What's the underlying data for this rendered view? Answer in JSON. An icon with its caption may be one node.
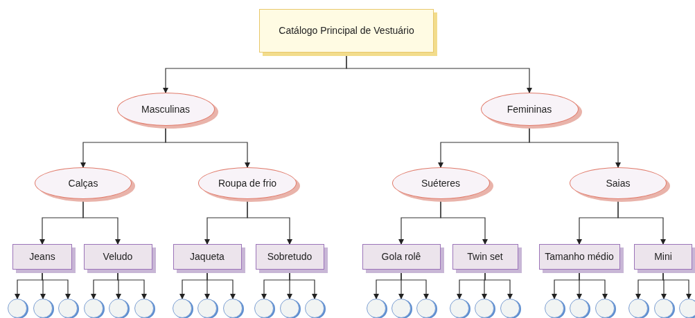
{
  "diagram": {
    "nodes": [
      {
        "text": [
          "Catálogo Principal de Vestuário"
        ]
      },
      {
        "text": [
          "Masculinas"
        ]
      },
      {
        "text": [
          "Femininas"
        ]
      },
      {
        "text": [
          "Calças"
        ]
      },
      {
        "text": [
          "Roupa de frio"
        ]
      },
      {
        "text": [
          "Suéteres"
        ]
      },
      {
        "text": [
          "Saias"
        ]
      },
      {
        "text": [
          "Jeans"
        ]
      },
      {
        "text": [
          "Veludo"
        ]
      },
      {
        "text": [
          "Jaqueta"
        ]
      },
      {
        "text": [
          "Sobretudo"
        ]
      },
      {
        "text": [
          "Gola rolê"
        ]
      },
      {
        "text": [
          "Twin set"
        ]
      },
      {
        "text": [
          "Tamanho médio"
        ]
      },
      {
        "text": [
          "Mini"
        ]
      },
      {
        "text": [],
        "shape": "circle"
      },
      {
        "text": [],
        "shape": "circle"
      },
      {
        "text": [],
        "shape": "circle"
      },
      {
        "text": [],
        "shape": "circle"
      },
      {
        "text": [],
        "shape": "circle"
      },
      {
        "text": [],
        "shape": "circle"
      },
      {
        "text": [],
        "shape": "circle"
      },
      {
        "text": [],
        "shape": "circle"
      },
      {
        "text": [],
        "shape": "circle"
      },
      {
        "text": [],
        "shape": "circle"
      },
      {
        "text": [],
        "shape": "circle"
      },
      {
        "text": [],
        "shape": "circle"
      },
      {
        "text": [],
        "shape": "circle"
      },
      {
        "text": [],
        "shape": "circle"
      },
      {
        "text": [],
        "shape": "circle"
      },
      {
        "text": [],
        "shape": "circle"
      },
      {
        "text": [],
        "shape": "circle"
      },
      {
        "text": [],
        "shape": "circle"
      },
      {
        "text": [],
        "shape": "circle"
      },
      {
        "text": [],
        "shape": "circle"
      },
      {
        "text": [],
        "shape": "circle"
      },
      {
        "text": [],
        "shape": "circle"
      },
      {
        "text": [],
        "shape": "circle"
      },
      {
        "text": [],
        "shape": "circle"
      }
    ],
    "edges": [
      {
        "from": 0,
        "to": 1,
        "arrow": "to"
      },
      {
        "from": 0,
        "to": 2,
        "arrow": "to"
      },
      {
        "from": 1,
        "to": 3,
        "arrow": "to"
      },
      {
        "from": 1,
        "to": 4,
        "arrow": "to"
      },
      {
        "from": 2,
        "to": 5,
        "arrow": "to"
      },
      {
        "from": 2,
        "to": 6,
        "arrow": "to"
      },
      {
        "from": 3,
        "to": 7,
        "arrow": "to"
      },
      {
        "from": 3,
        "to": 8,
        "arrow": "to"
      },
      {
        "from": 4,
        "to": 9,
        "arrow": "to"
      },
      {
        "from": 4,
        "to": 10,
        "arrow": "to"
      },
      {
        "from": 5,
        "to": 11,
        "arrow": "to"
      },
      {
        "from": 5,
        "to": 12,
        "arrow": "to"
      },
      {
        "from": 6,
        "to": 13,
        "arrow": "to"
      },
      {
        "from": 6,
        "to": 14,
        "arrow": "to"
      },
      {
        "from": 7,
        "to": 15,
        "arrow": "to"
      },
      {
        "from": 7,
        "to": 16,
        "arrow": "to"
      },
      {
        "from": 7,
        "to": 17,
        "arrow": "to"
      },
      {
        "from": 8,
        "to": 18,
        "arrow": "to"
      },
      {
        "from": 8,
        "to": 19,
        "arrow": "to"
      },
      {
        "from": 8,
        "to": 20,
        "arrow": "to"
      },
      {
        "from": 9,
        "to": 21,
        "arrow": "to"
      },
      {
        "from": 9,
        "to": 22,
        "arrow": "to"
      },
      {
        "from": 9,
        "to": 23,
        "arrow": "to"
      },
      {
        "from": 10,
        "to": 24,
        "arrow": "to"
      },
      {
        "from": 10,
        "to": 25,
        "arrow": "to"
      },
      {
        "from": 10,
        "to": 26,
        "arrow": "to"
      },
      {
        "from": 11,
        "to": 27,
        "arrow": "to"
      },
      {
        "from": 11,
        "to": 28,
        "arrow": "to"
      },
      {
        "from": 11,
        "to": 29,
        "arrow": "to"
      },
      {
        "from": 12,
        "to": 30,
        "arrow": "to"
      },
      {
        "from": 12,
        "to": 31,
        "arrow": "to"
      },
      {
        "from": 12,
        "to": 32,
        "arrow": "to"
      },
      {
        "from": 13,
        "to": 33,
        "arrow": "to"
      },
      {
        "from": 13,
        "to": 34,
        "arrow": "to"
      },
      {
        "from": 13,
        "to": 35,
        "arrow": "to"
      },
      {
        "from": 14,
        "to": 36,
        "arrow": "to"
      },
      {
        "from": 14,
        "to": 37,
        "arrow": "to"
      },
      {
        "from": 14,
        "to": 38,
        "arrow": "to"
      }
    ]
  }
}
